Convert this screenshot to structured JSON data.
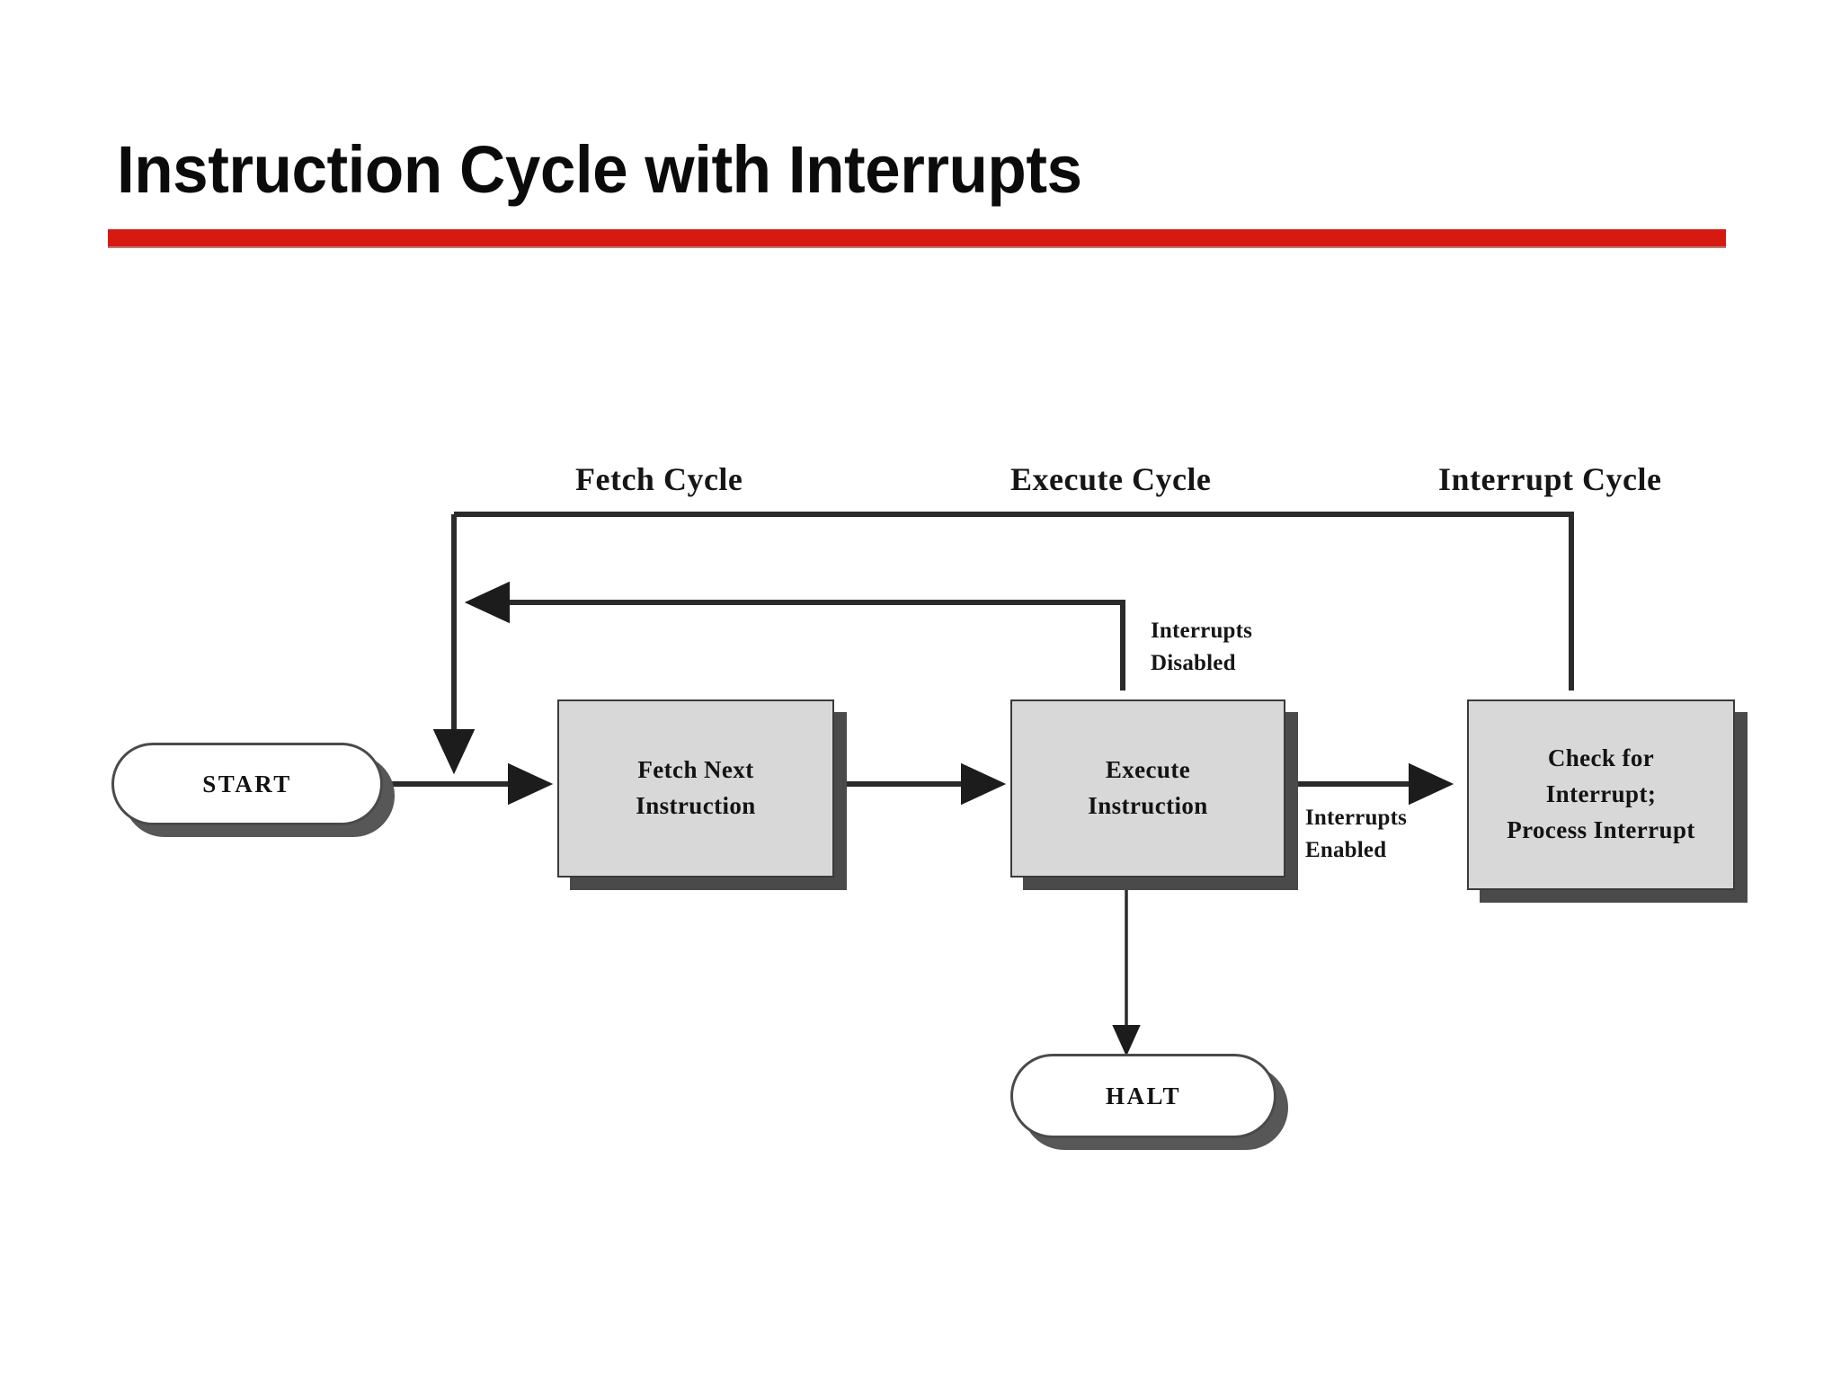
{
  "slide": {
    "title": "Instruction Cycle with Interrupts",
    "accent_color": "#d61a12",
    "background_color": "#ffffff"
  },
  "diagram": {
    "type": "flowchart",
    "cycle_labels": [
      {
        "id": "fetch-cycle",
        "text": "Fetch Cycle"
      },
      {
        "id": "execute-cycle",
        "text": "Execute Cycle"
      },
      {
        "id": "interrupt-cycle",
        "text": "Interrupt Cycle"
      }
    ],
    "nodes": [
      {
        "id": "start",
        "shape": "terminator",
        "lines": [
          "START"
        ],
        "fill": "#ffffff",
        "border": "#4a4a4a"
      },
      {
        "id": "fetch-next-instruction",
        "shape": "process",
        "lines": [
          "Fetch Next",
          "Instruction"
        ],
        "fill": "#d8d8d8",
        "border": "#3a3a3a"
      },
      {
        "id": "execute-instruction",
        "shape": "process",
        "lines": [
          "Execute",
          "Instruction"
        ],
        "fill": "#d8d8d8",
        "border": "#3a3a3a"
      },
      {
        "id": "check-for-interrupt",
        "shape": "process",
        "lines": [
          "Check for",
          "Interrupt;",
          "Process Interrupt"
        ],
        "fill": "#d8d8d8",
        "border": "#3a3a3a"
      },
      {
        "id": "halt",
        "shape": "terminator",
        "lines": [
          "HALT"
        ],
        "fill": "#ffffff",
        "border": "#4a4a4a"
      }
    ],
    "edge_labels": [
      {
        "id": "interrupts-disabled",
        "lines": [
          "Interrupts",
          "Disabled"
        ]
      },
      {
        "id": "interrupts-enabled",
        "lines": [
          "Interrupts",
          "Enabled"
        ]
      }
    ],
    "edges": [
      {
        "from": "start",
        "to": "fetch-next-instruction",
        "label": ""
      },
      {
        "from": "fetch-next-instruction",
        "to": "execute-instruction",
        "label": ""
      },
      {
        "from": "execute-instruction",
        "to": "check-for-interrupt",
        "label": "Interrupts Enabled"
      },
      {
        "from": "execute-instruction",
        "to": "fetch-next-instruction",
        "label": "Interrupts Disabled"
      },
      {
        "from": "check-for-interrupt",
        "to": "fetch-next-instruction",
        "label": ""
      },
      {
        "from": "execute-instruction",
        "to": "halt",
        "label": ""
      }
    ]
  }
}
